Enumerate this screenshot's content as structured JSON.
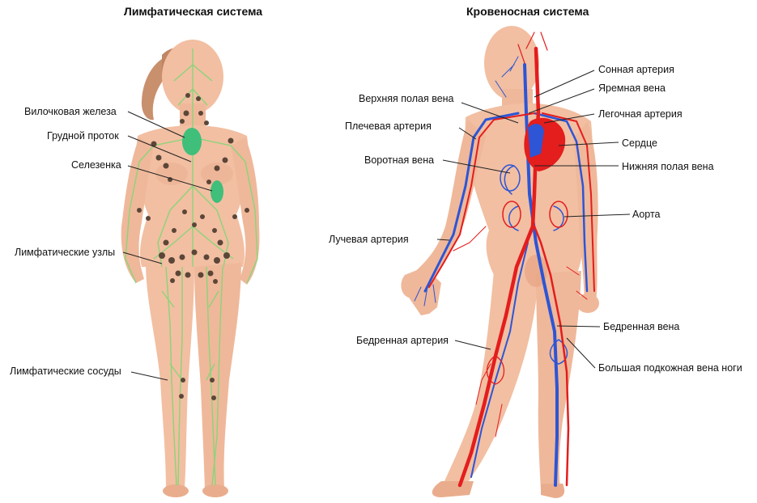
{
  "lymphatic": {
    "title": "Лимфатическая система",
    "labels": [
      "Вилочковая железа",
      "Грудной проток",
      "Селезенка",
      "Лимфатические узлы",
      "Лимфатические сосуды"
    ]
  },
  "circulatory": {
    "title": "Кровеносная система",
    "labels_left": [
      "Верхняя полая вена",
      "Плечевая артерия",
      "Воротная вена",
      "Лучевая артерия",
      "Бедренная артерия"
    ],
    "labels_right": [
      "Сонная артерия",
      "Яремная вена",
      "Легочная артерия",
      "Сердце",
      "Нижняя полая вена",
      "Аорта",
      "Бедренная вена",
      "Большая подкожная вена ноги"
    ]
  },
  "colors": {
    "skin": "#f2bfa2",
    "skin_shadow": "#e6a07f",
    "lymph_vessel": "#8bd47a",
    "lymph_node": "#5b4638",
    "organ_green": "#3fbf7a",
    "artery": "#e41d1d",
    "vein": "#2d55d6",
    "hair": "#c9906e"
  }
}
